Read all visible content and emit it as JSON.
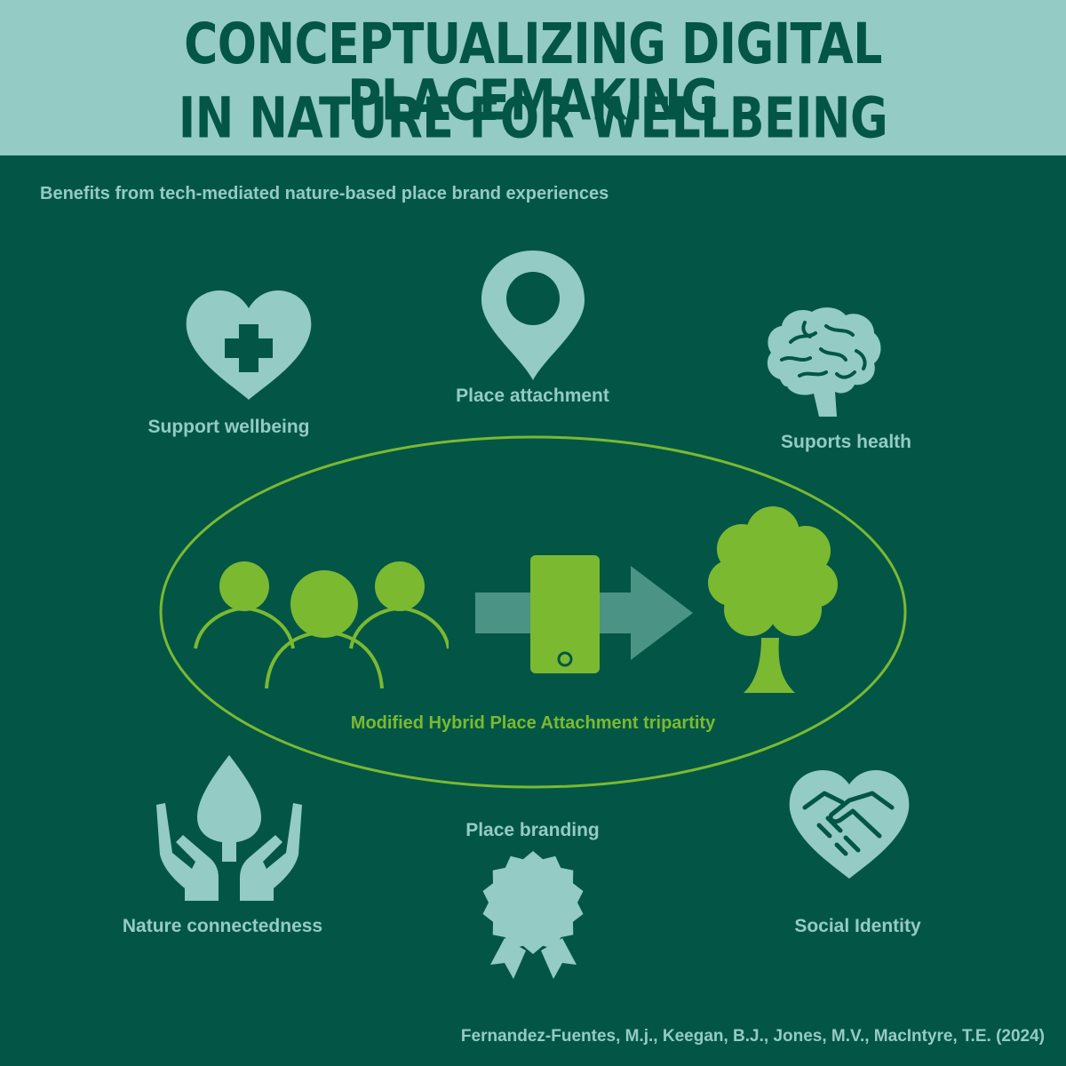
{
  "header": {
    "title_line1": "CONCEPTUALIZING DIGITAL PLACEMAKING",
    "title_line2": "IN NATURE FOR WELLBEING"
  },
  "subtitle": "Benefits from tech-mediated nature-based place brand experiences",
  "benefits": {
    "support_wellbeing": "Support wellbeing",
    "place_attachment": "Place attachment",
    "supports_health": "Suports health",
    "nature_connectedness": "Nature connectedness",
    "place_branding": "Place branding",
    "social_identity": "Social Identity"
  },
  "center": {
    "label": "Modified Hybrid Place Attachment tripartity"
  },
  "citation": "Fernandez-Fuentes, M.j., Keegan, B.J.,  Jones, M.V., MacIntyre, T.E. (2024)",
  "colors": {
    "background": "#035646",
    "header": "#94cbc4",
    "icon": "#94cbc4",
    "accent_green": "#7bb931",
    "arrow": "#4b9385"
  },
  "icons": [
    "heart-plus-icon",
    "location-pin-icon",
    "brain-icon",
    "people-icon",
    "smartphone-icon",
    "arrow-icon",
    "tree-icon",
    "hands-leaf-icon",
    "award-badge-icon",
    "handshake-heart-icon"
  ]
}
